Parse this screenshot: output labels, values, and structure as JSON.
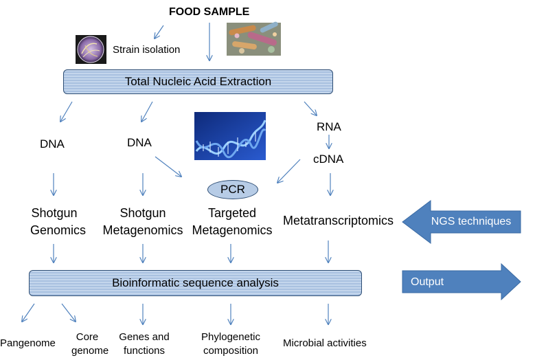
{
  "food_sample": "FOOD SAMPLE",
  "strain_isolation": "Strain isolation",
  "extraction": "Total Nucleic Acid Extraction",
  "dna_1": "DNA",
  "dna_2": "DNA",
  "rna": "RNA",
  "cdna": "cDNA",
  "pcr": "PCR",
  "methods": {
    "shotgun_genomics": [
      "Shotgun",
      "Genomics"
    ],
    "shotgun_metagenomics": [
      "Shotgun",
      "Metagenomics"
    ],
    "targeted_metagenomics": [
      "Targeted",
      "Metagenomics"
    ],
    "metatranscriptomics": "Metatranscriptomics"
  },
  "ngs": "NGS techniques",
  "bioinformatics": "Bioinformatic sequence analysis",
  "output": "Output",
  "outputs": {
    "pangenome": "Pangenome",
    "core_genome": [
      "Core",
      "genome"
    ],
    "genes_functions": [
      "Genes and",
      "functions"
    ],
    "phylogenetic": [
      "Phylogenetic",
      "composition"
    ],
    "microbial_activities": "Microbial activities"
  },
  "colors": {
    "arrow": "#4f81bd",
    "box_fill": "#b7cce6",
    "box_border": "#2c4c73",
    "block_arrow": "#4f81bd"
  }
}
